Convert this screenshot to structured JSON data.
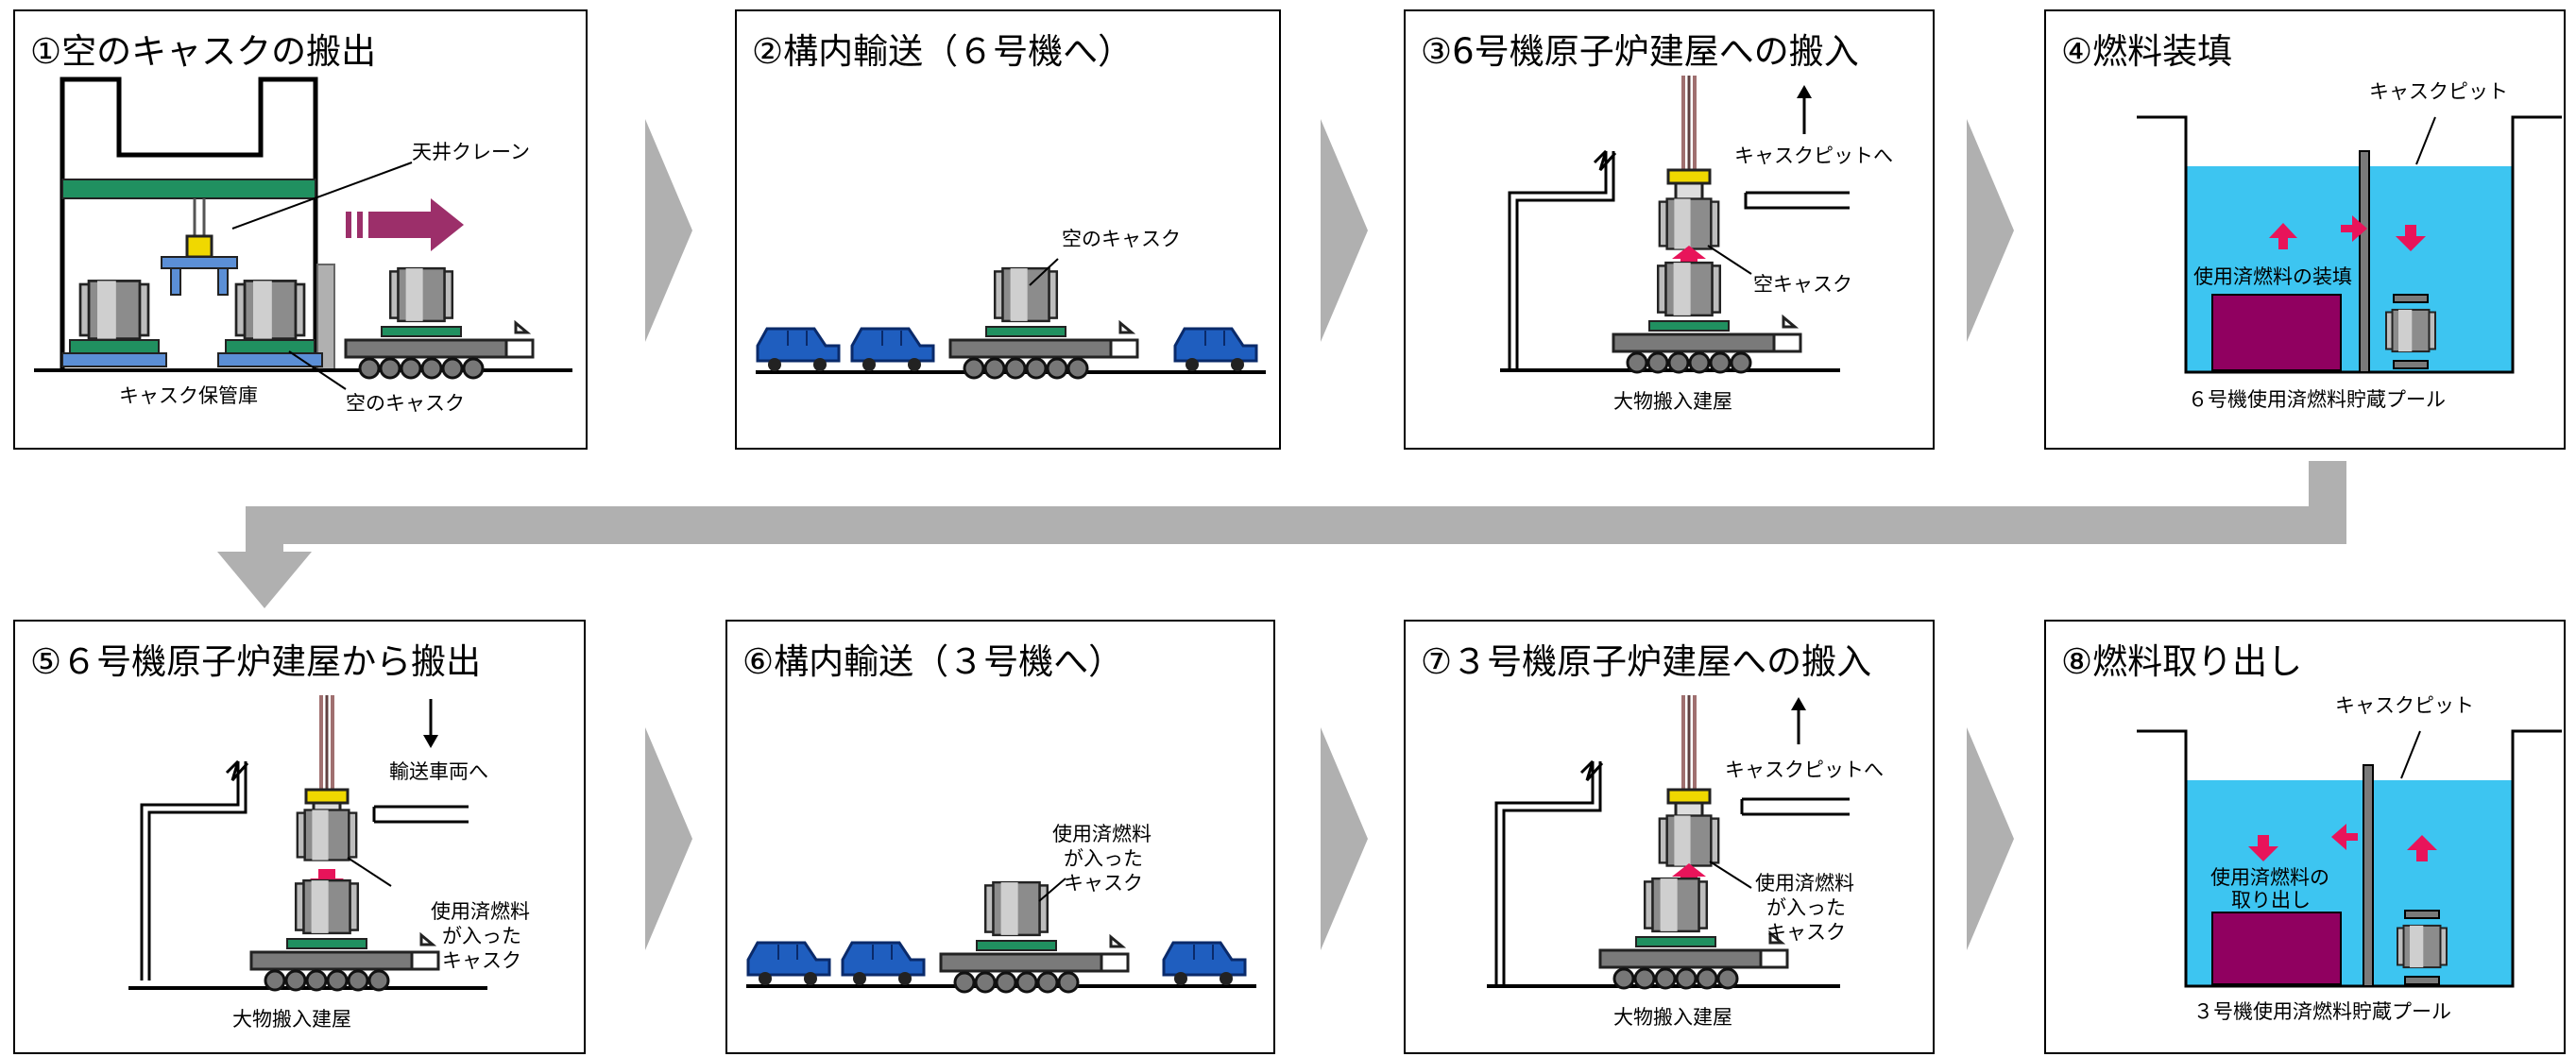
{
  "colors": {
    "pool_water": "#3dc5f1",
    "fuel_block": "#900060",
    "red_arrow": "#e8145a",
    "car_blue": "#1f5ebf",
    "green_beam": "#209060",
    "flow_arrow_gray": "#b0b0b0",
    "crane_yellow": "#f0d800",
    "maroon_arrow": "#9c2f6a"
  },
  "panels": [
    {
      "title": "①空のキャスクの搬出",
      "labels": {
        "crane": "天井クレーン",
        "storage": "キャスク保管庫",
        "empty_cask": "空のキャスク"
      }
    },
    {
      "title": "②構内輸送（６号機へ）",
      "labels": {
        "empty_cask": "空のキャスク"
      }
    },
    {
      "title": "③6号機原子炉建屋への搬入",
      "labels": {
        "to_pit": "キャスクピットへ",
        "empty_cask": "空キャスク",
        "building": "大物搬入建屋"
      }
    },
    {
      "title": "④燃料装填",
      "labels": {
        "pit": "キャスクピット",
        "loading": "使用済燃料の装填",
        "pool": "６号機使用済燃料貯蔵プール"
      }
    },
    {
      "title": "⑤６号機原子炉建屋から搬出",
      "labels": {
        "to_vehicle": "輸送車両へ",
        "loaded_cask_1": "使用済燃料",
        "loaded_cask_2": "が入った",
        "loaded_cask_3": "キャスク",
        "building": "大物搬入建屋"
      }
    },
    {
      "title": "⑥構内輸送（３号機へ）",
      "labels": {
        "loaded_cask_1": "使用済燃料",
        "loaded_cask_2": "が入った",
        "loaded_cask_3": "キャスク"
      }
    },
    {
      "title": "⑦３号機原子炉建屋への搬入",
      "labels": {
        "to_pit": "キャスクピットへ",
        "loaded_cask_1": "使用済燃料",
        "loaded_cask_2": "が入った",
        "loaded_cask_3": "キャスク",
        "building": "大物搬入建屋"
      }
    },
    {
      "title": "⑧燃料取り出し",
      "labels": {
        "pit": "キャスクピット",
        "unloading_1": "使用済燃料の",
        "unloading_2": "取り出し",
        "pool": "３号機使用済燃料貯蔵プール"
      }
    }
  ]
}
